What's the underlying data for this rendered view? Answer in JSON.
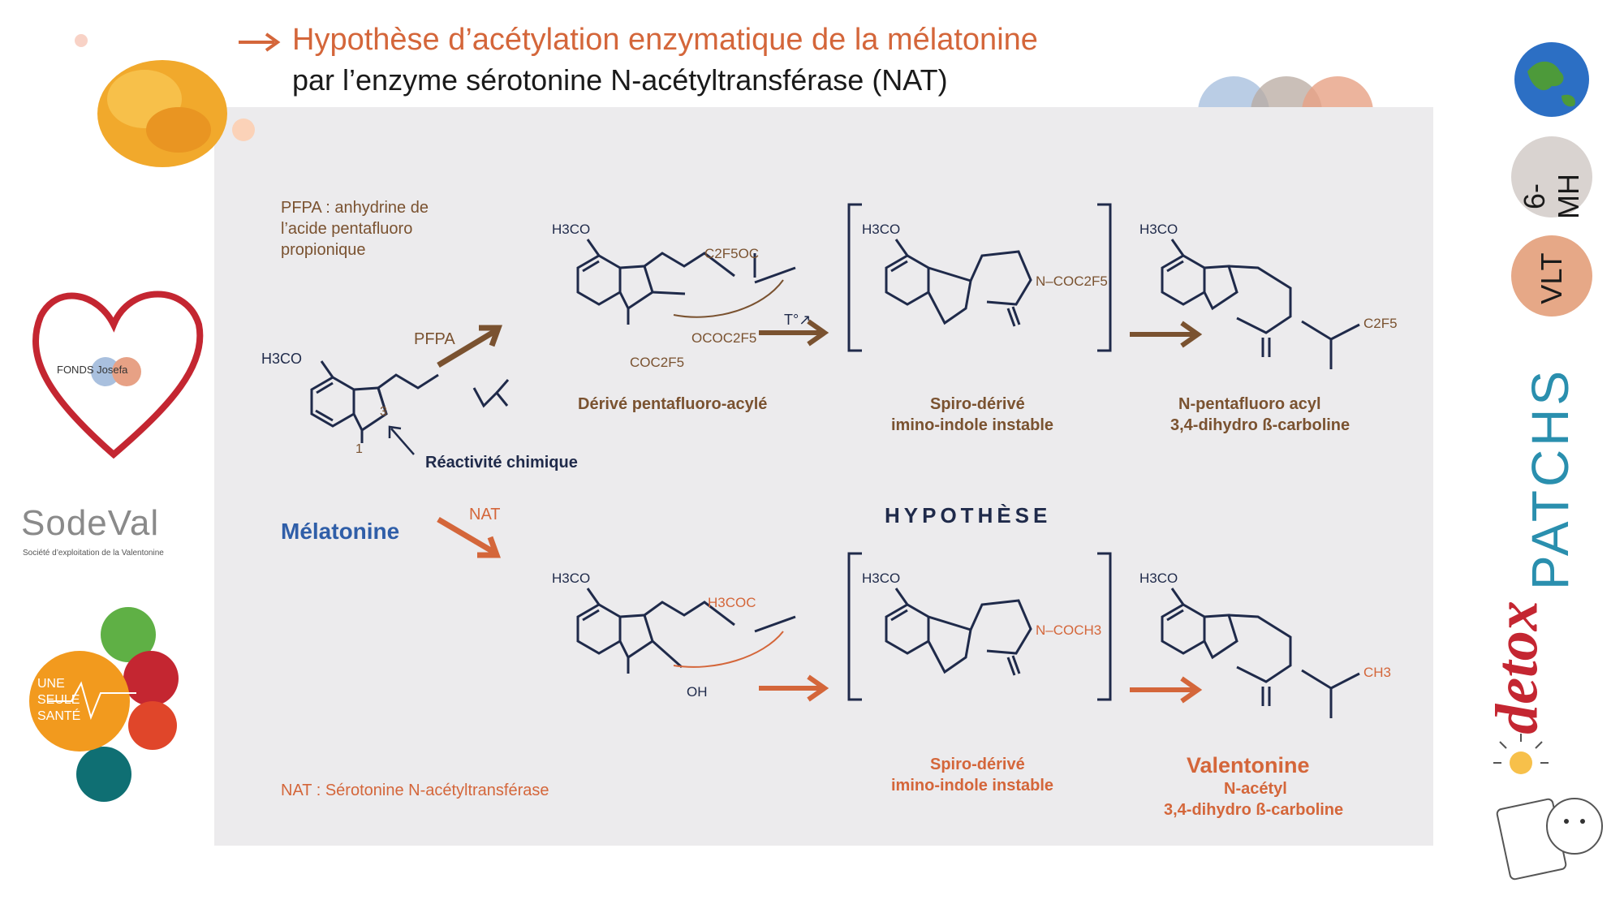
{
  "title": {
    "line1": "Hypothèse d’acétylation enzymatique de la mélatonine",
    "line2": "par l’enzyme sérotonine N-acétyltransférase (NAT)"
  },
  "notes": {
    "pfpa_line1": "PFPA : anhydrine de",
    "pfpa_line2": "l’acide pentafluoro",
    "pfpa_line3": "propionique",
    "nat": "NAT : Sérotonine N-acétyltransférase"
  },
  "melatonin": {
    "name": "Mélatonine",
    "reactivity": "Réactivité chimique",
    "h3co": "H3CO",
    "pos1": "1",
    "pos3": "3"
  },
  "arrows": {
    "pfpa": "PFPA",
    "nat": "NAT",
    "temp": "T°↗"
  },
  "hypothesis": "HYPOTHÈSE",
  "top_row": {
    "intermediate1_label": "Dérivé pentafluoro-acylé",
    "spiro_label_line1": "Spiro-dérivé",
    "spiro_label_line2": "imino-indole instable",
    "product_line1": "N-pentafluoro acyl",
    "product_line2": "3,4-dihydro ß-carboline",
    "acyl_group": "C2F5OC",
    "ester_group": "OCOC2F5",
    "n_group": "COC2F5",
    "spiro_n_group": "N–COC2F5",
    "product_acyl": "C2F5"
  },
  "bottom_row": {
    "spiro_label_line1": "Spiro-dérivé",
    "spiro_label_line2": "imino-indole instable",
    "product_name": "Valentonine",
    "product_line1": "N-acétyl",
    "product_line2": "3,4-dihydro ß-carboline",
    "acyl_group": "H3COC",
    "hydroxyl": "OH",
    "spiro_n_group": "N–COCH3",
    "product_acyl": "CH3"
  },
  "sidebar_left": {
    "fonds": "FONDS Josefa",
    "sodeval": "SodeVal",
    "sodeval_sub": "Société d’exploitation de la Valentonine",
    "une_seule_sante_1": "UNE",
    "une_seule_sante_2": "SEULE",
    "une_seule_sante_3": "SANTÉ"
  },
  "sidebar_right": {
    "badge_6mh": "6-MH",
    "badge_vlt": "VLT",
    "detox": "detox",
    "patchs": "PATCHS"
  },
  "colors": {
    "orange": "#d4663a",
    "brown": "#7a5230",
    "navy": "#1f2a4a",
    "blue": "#2f5ea8",
    "panel": "#ecebed"
  }
}
